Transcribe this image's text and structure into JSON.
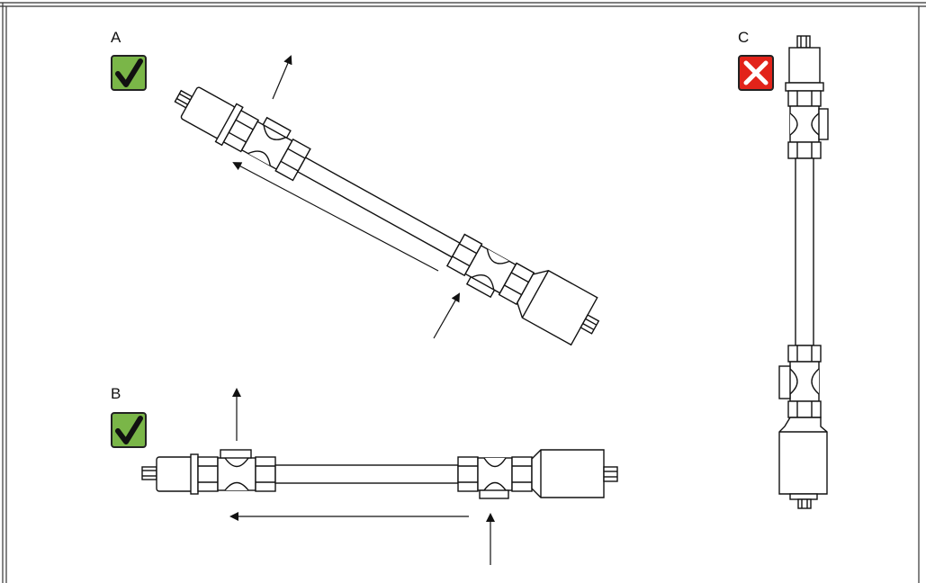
{
  "panels": [
    {
      "letter": "A",
      "status": "correct",
      "status_icon": "check-icon"
    },
    {
      "letter": "B",
      "status": "correct",
      "status_icon": "check-icon"
    },
    {
      "letter": "C",
      "status": "incorrect",
      "status_icon": "cross-icon"
    }
  ],
  "colors": {
    "check_fill": "#7ab648",
    "cross_fill": "#e2231a",
    "line": "#111111",
    "frame": "#333333"
  }
}
